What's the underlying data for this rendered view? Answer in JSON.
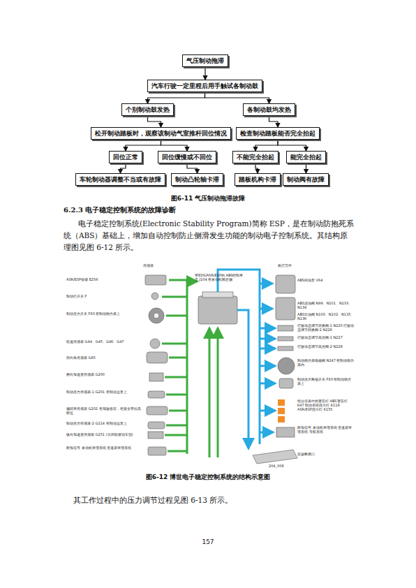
{
  "diagram": {
    "caption": "图6-11 气压制动拖滞故障",
    "nodes": [
      {
        "text": [
          "气压制动拖滞"
        ]
      },
      {
        "text": [
          "汽车行驶一定里程后用手触试各制动鼓"
        ]
      },
      {
        "text": [
          "个别制动鼓发热"
        ]
      },
      {
        "text": [
          "各制动鼓均发热"
        ]
      },
      {
        "text": [
          "松开制动踏板时，观察该制动气室推杆回位情况"
        ]
      },
      {
        "text": [
          "检查制动踏板能否完全抬起"
        ]
      },
      {
        "text": [
          "回位正常"
        ]
      },
      {
        "text": [
          "回位缓慢或不回位"
        ]
      },
      {
        "text": [
          "不能完全抬起"
        ]
      },
      {
        "text": [
          "能完全抬起"
        ]
      },
      {
        "text": [
          "车轮制动器调整不当或有故障"
        ]
      },
      {
        "text": [
          "制动凸轮轴卡滞"
        ]
      },
      {
        "text": [
          "踏板机构卡滞"
        ]
      },
      {
        "text": [
          "制动阀有故障"
        ]
      }
    ],
    "edges": [
      {
        "from": 0,
        "to": 1,
        "arrow": "to"
      },
      {
        "from": 1,
        "to": 2,
        "arrow": "to"
      },
      {
        "from": 1,
        "to": 3,
        "arrow": "to"
      },
      {
        "from": 2,
        "to": 4,
        "arrow": "to"
      },
      {
        "from": 3,
        "to": 5,
        "arrow": "to"
      },
      {
        "from": 4,
        "to": 6,
        "arrow": "to"
      },
      {
        "from": 4,
        "to": 7,
        "arrow": "to"
      },
      {
        "from": 5,
        "to": 8,
        "arrow": "to"
      },
      {
        "from": 5,
        "to": 9,
        "arrow": "to"
      },
      {
        "from": 6,
        "to": 10,
        "arrow": "to"
      },
      {
        "from": 7,
        "to": 11,
        "arrow": "to"
      },
      {
        "from": 8,
        "to": 12,
        "arrow": "to"
      },
      {
        "from": 9,
        "to": 13,
        "arrow": "to"
      }
    ],
    "labels": [
      "6.2.3 电子稳定控制系统的故障诊断",
      "电子稳定控制系统(Electronic Stability Program)简称 ESP，是在制动防抱死系统（ABS）基础上，增加自动控制防止侧滑发生功能的制动电子控制系统。其结构原理图见图 6-12 所示。",
      "传感器",
      "执行元件",
      "带EDS/ASR/ESP的 ABS控制单元 J104 在发动机舱左侧",
      "ASR/ESP按键 E256",
      "制动灯开关 F",
      "制动压力开关 F83 在制动助力器上",
      "轮速传感器 G44、G45、G46、G47",
      "转向角传感器 G85",
      "横向加速度传感器 G200",
      "制动压力传感器-1 G201 在制动总泵上",
      "偏转率传感器 G202 在驾驶座前，在安全带扣具附近",
      "制动压力传感器-2 G214 在制动总泵上",
      "纵向加速度传感器 G251 (仅四轮驱动车型)",
      "附加信号 发动机管理系统 变速器管理系统",
      "ABS回油泵 V64",
      "ABS进油阀 N99、N101、N133、N134",
      "ABS出油阀 N100、N102、N135、N136",
      "行驶动态调节转换阀-1 N225 行驶动态调节转换阀-2 N226",
      "行驶动态调节高压阀-1 N227",
      "行驶动态调节高压阀-2 N228",
      "制动助力器电磁阀 N247 在制动助力器内",
      "制动压力释放开关 F83 在制动助力器上",
      "组合仪表中的警告灯 ABS警告灯 K47 制动系统指示灯 K118 ASR/ESP指示灯 K155",
      "附加信号 发动机管理系统 变速器管理系统 导航系统",
      "自诊断接口",
      "204_008",
      "图6-12 博世电子稳定控制系统的结构示意图",
      "其工作过程中的压力调节过程见图 6-13 所示。",
      "157"
    ]
  }
}
